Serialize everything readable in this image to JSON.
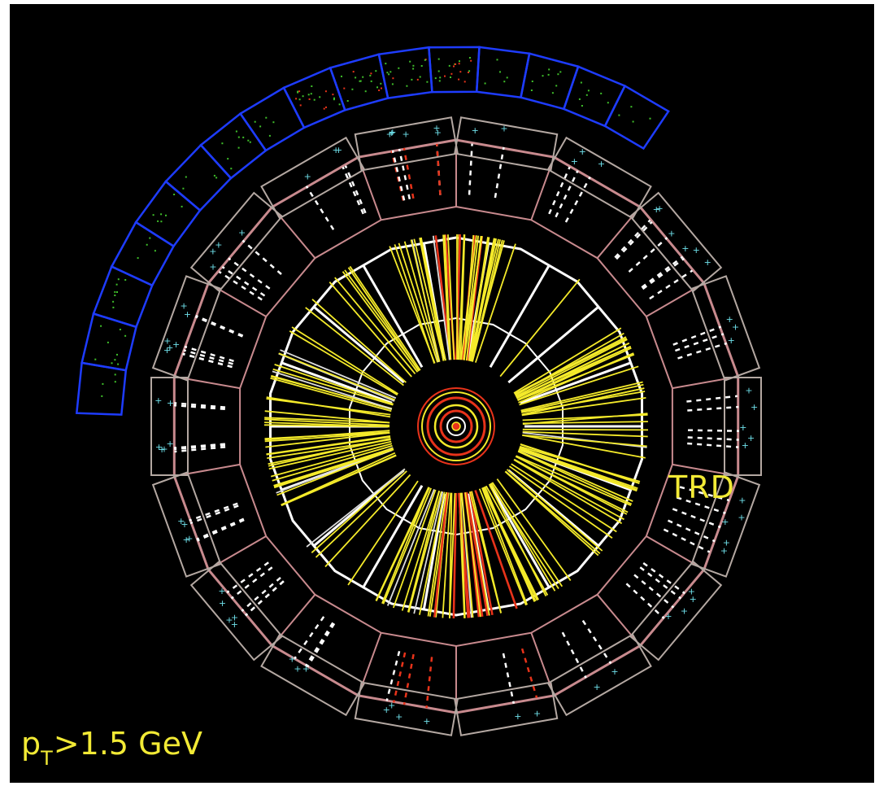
{
  "labels": {
    "detector": "TRD",
    "cut_symbol": "p",
    "cut_subscript": "T",
    "cut_condition": ">1.5 GeV"
  },
  "colors": {
    "background": "#000000",
    "outer_calorimeter": "#1e3cff",
    "trd_inner_ring": "#c88a8e",
    "trd_outer_modules": "#b4a8a2",
    "tpc_frame": "#ffffff",
    "track_primary": "#f4ea2a",
    "track_secondary": "#e8331a",
    "track_low": "#dcdcdc",
    "hit_cyan": "#6fe0ea",
    "hit_green": "#3fbf2a",
    "hit_red": "#e8331a",
    "label_text": "#f2ea35"
  }
}
